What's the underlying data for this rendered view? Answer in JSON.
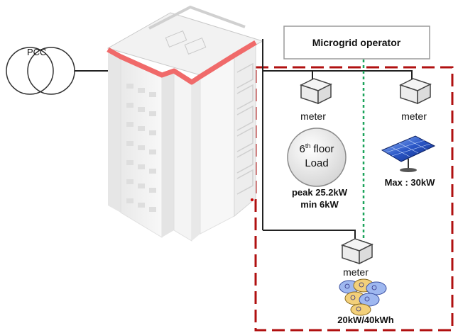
{
  "pcc": {
    "label": "PCC"
  },
  "operator": {
    "label": "Microgrid operator"
  },
  "meters": {
    "load": {
      "label": "meter"
    },
    "pv": {
      "label": "meter"
    },
    "ess": {
      "label": "meter"
    }
  },
  "load": {
    "floor_num": "6",
    "floor_sup": "th",
    "floor_word": "floor",
    "name": "Load",
    "peak": "peak 25.2kW",
    "min": "min 6kW"
  },
  "pv": {
    "label": "Max : 30kW"
  },
  "ess": {
    "label": "20kW/40kWh"
  },
  "colors": {
    "boundary": "#b01010",
    "comm_line": "#1aa35a",
    "power_line": "#222222",
    "roof_accent": "#f06a6a"
  }
}
